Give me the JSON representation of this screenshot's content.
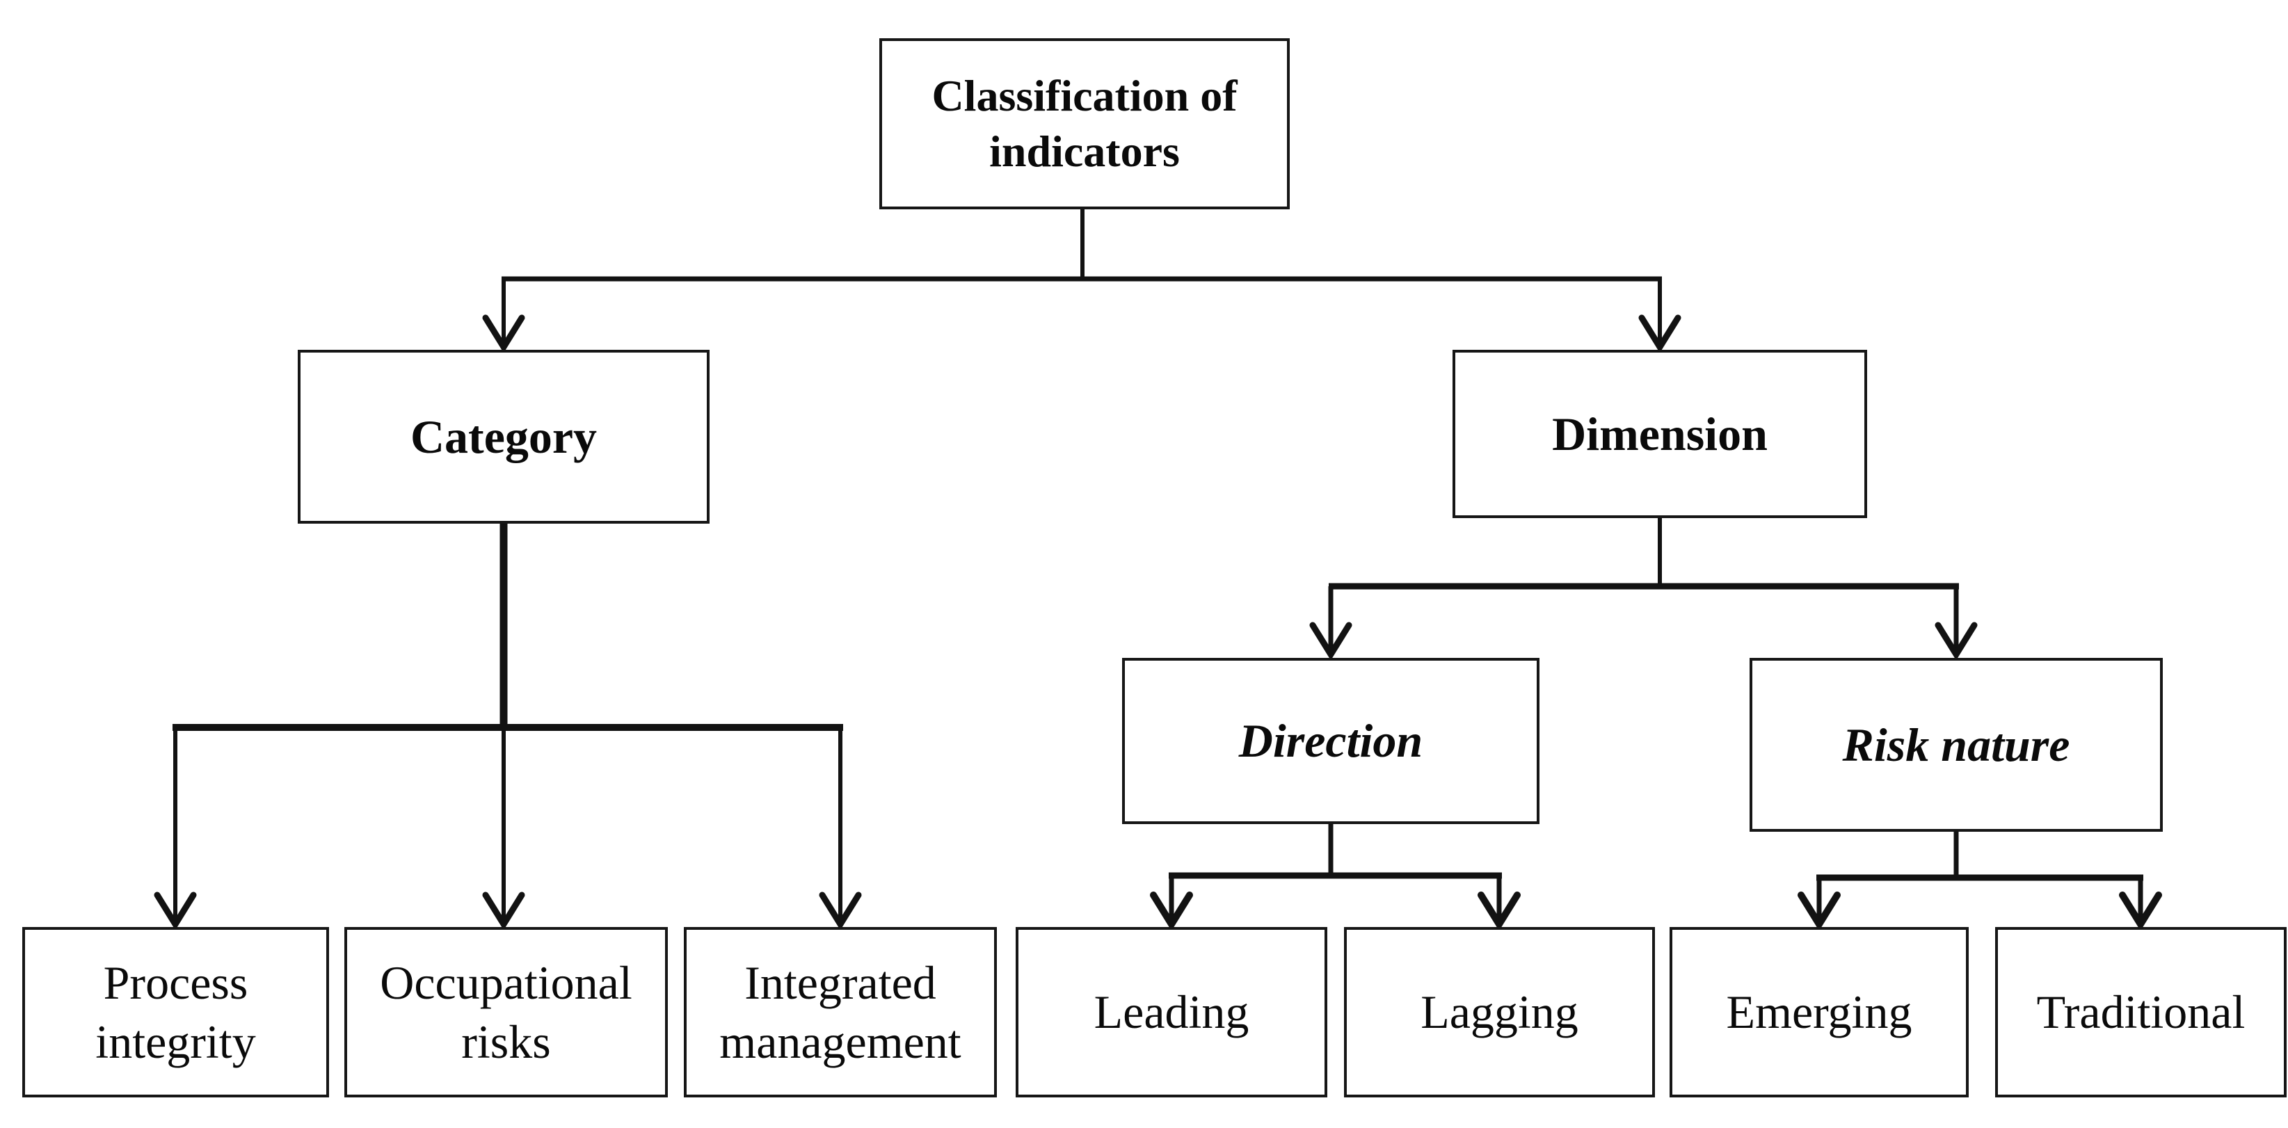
{
  "nodes": {
    "root": "Classification of indicators",
    "category": "Category",
    "dimension": "Dimension",
    "direction": "Direction",
    "risk_nature": "Risk nature",
    "process_integrity": "Process integrity",
    "occupational_risks": "Occupational risks",
    "integrated_management": "Integrated management",
    "leading": "Leading",
    "lagging": "Lagging",
    "emerging": "Emerging",
    "traditional": "Traditional"
  },
  "tree": {
    "label": "Classification of indicators",
    "children": [
      {
        "label": "Category",
        "children": [
          {
            "label": "Process integrity"
          },
          {
            "label": "Occupational risks"
          },
          {
            "label": "Integrated management"
          }
        ]
      },
      {
        "label": "Dimension",
        "children": [
          {
            "label": "Direction",
            "children": [
              {
                "label": "Leading"
              },
              {
                "label": "Lagging"
              }
            ]
          },
          {
            "label": "Risk nature",
            "children": [
              {
                "label": "Emerging"
              },
              {
                "label": "Traditional"
              }
            ]
          }
        ]
      }
    ]
  },
  "styles": {
    "line_color": "#121212",
    "text_color": "#0a0a0a",
    "background": "#ffffff"
  }
}
